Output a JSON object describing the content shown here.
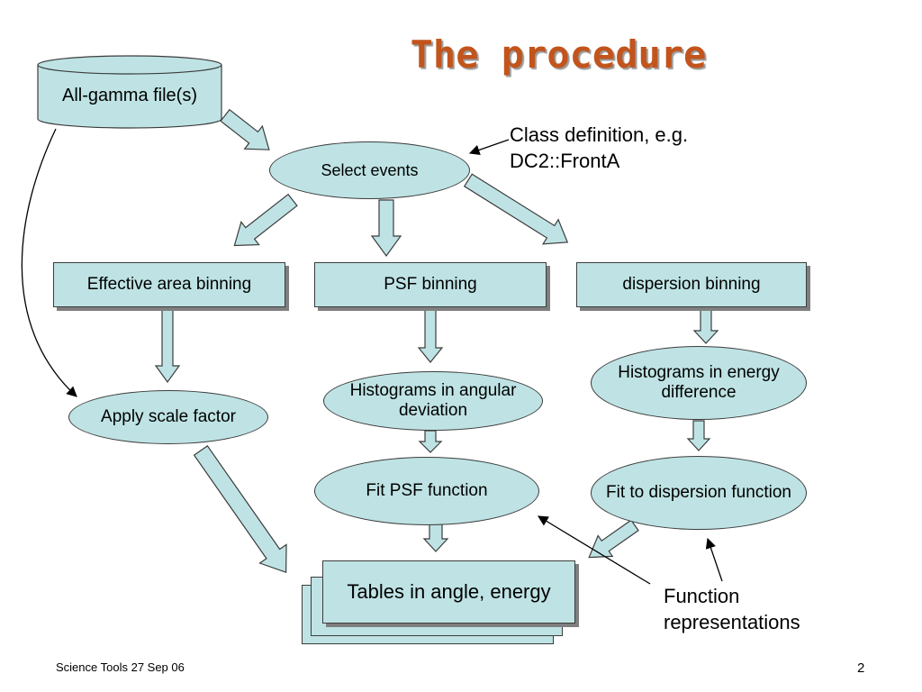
{
  "title": "The  procedure",
  "colors": {
    "fill": "#bfe3e4",
    "stroke": "#3c3c3c",
    "title": "#c2541c"
  },
  "nodes": {
    "all_gamma": "All-gamma file(s)",
    "select_events": "Select events",
    "effective_area_binning": "Effective area binning",
    "psf_binning": "PSF binning",
    "dispersion_binning": "dispersion binning",
    "apply_scale_factor": "Apply scale factor",
    "histograms_angular": "Histograms in angular deviation",
    "histograms_energy": "Histograms in energy difference",
    "fit_psf": "Fit PSF function",
    "fit_dispersion": "Fit to dispersion function",
    "tables": "Tables in angle, energy"
  },
  "annotations": {
    "class_definition_line1": "Class definition, e.g.",
    "class_definition_line2": "DC2::FrontA",
    "function_representations_line1": "Function",
    "function_representations_line2": "representations"
  },
  "footer": {
    "left": "Science Tools 27 Sep 06",
    "page_number": "2"
  }
}
